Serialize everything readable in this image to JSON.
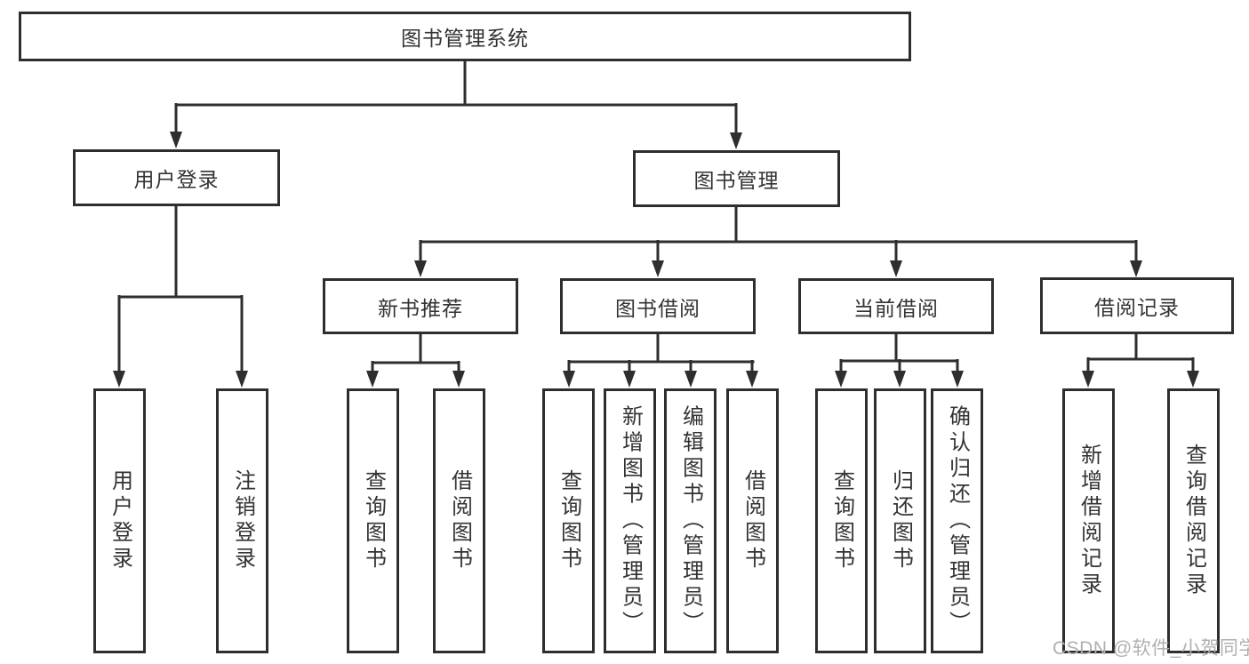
{
  "diagram": {
    "root": {
      "label": "图书管理系统"
    },
    "branches": [
      {
        "label": "用户登录",
        "children": [
          "用户登录",
          "注销登录"
        ]
      },
      {
        "label": "图书管理",
        "children": [
          {
            "label": "新书推荐",
            "children": [
              "查询图书",
              "借阅图书"
            ]
          },
          {
            "label": "图书借阅",
            "children": [
              "查询图书",
              "新增图书（管理员）",
              "编辑图书（管理员）",
              "借阅图书"
            ]
          },
          {
            "label": "当前借阅",
            "children": [
              "查询图书",
              "归还图书",
              "确认归还（管理员）"
            ]
          },
          {
            "label": "借阅记录",
            "children": [
              "新增借阅记录",
              "查询借阅记录"
            ]
          }
        ]
      }
    ]
  },
  "watermark": {
    "text": "CSDN @软件_小贺同学"
  },
  "colors": {
    "line": "#2e2e2e",
    "text": "#333333",
    "background": "#ffffff",
    "watermark": "#b0b0b0"
  }
}
